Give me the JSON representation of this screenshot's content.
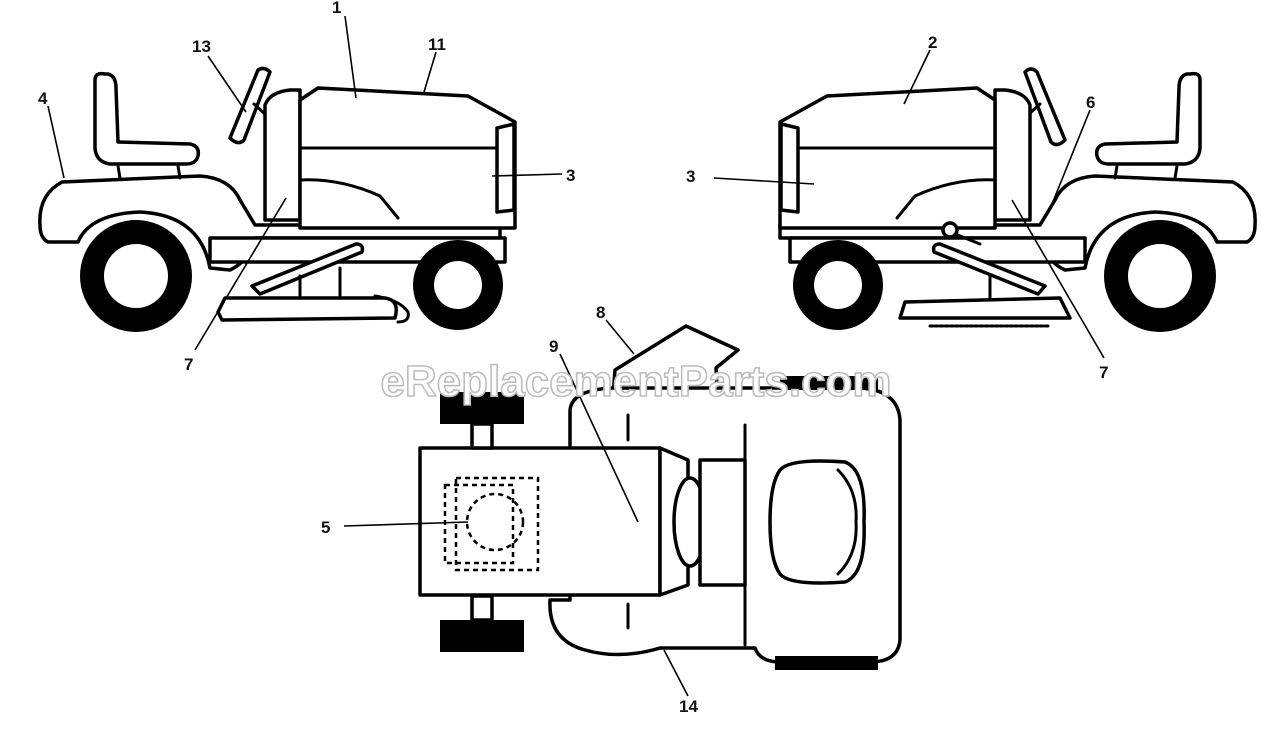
{
  "diagram": {
    "watermark": "eReplacementParts.com",
    "callouts": [
      {
        "id": "c1",
        "label": "1"
      },
      {
        "id": "c11",
        "label": "11"
      },
      {
        "id": "c13",
        "label": "13"
      },
      {
        "id": "c4",
        "label": "4"
      },
      {
        "id": "c3l",
        "label": "3"
      },
      {
        "id": "c7l",
        "label": "7"
      },
      {
        "id": "c2",
        "label": "2"
      },
      {
        "id": "c6",
        "label": "6"
      },
      {
        "id": "c3r",
        "label": "3"
      },
      {
        "id": "c7r",
        "label": "7"
      },
      {
        "id": "c8",
        "label": "8"
      },
      {
        "id": "c9",
        "label": "9"
      },
      {
        "id": "c5",
        "label": "5"
      },
      {
        "id": "c14",
        "label": "14"
      }
    ]
  }
}
